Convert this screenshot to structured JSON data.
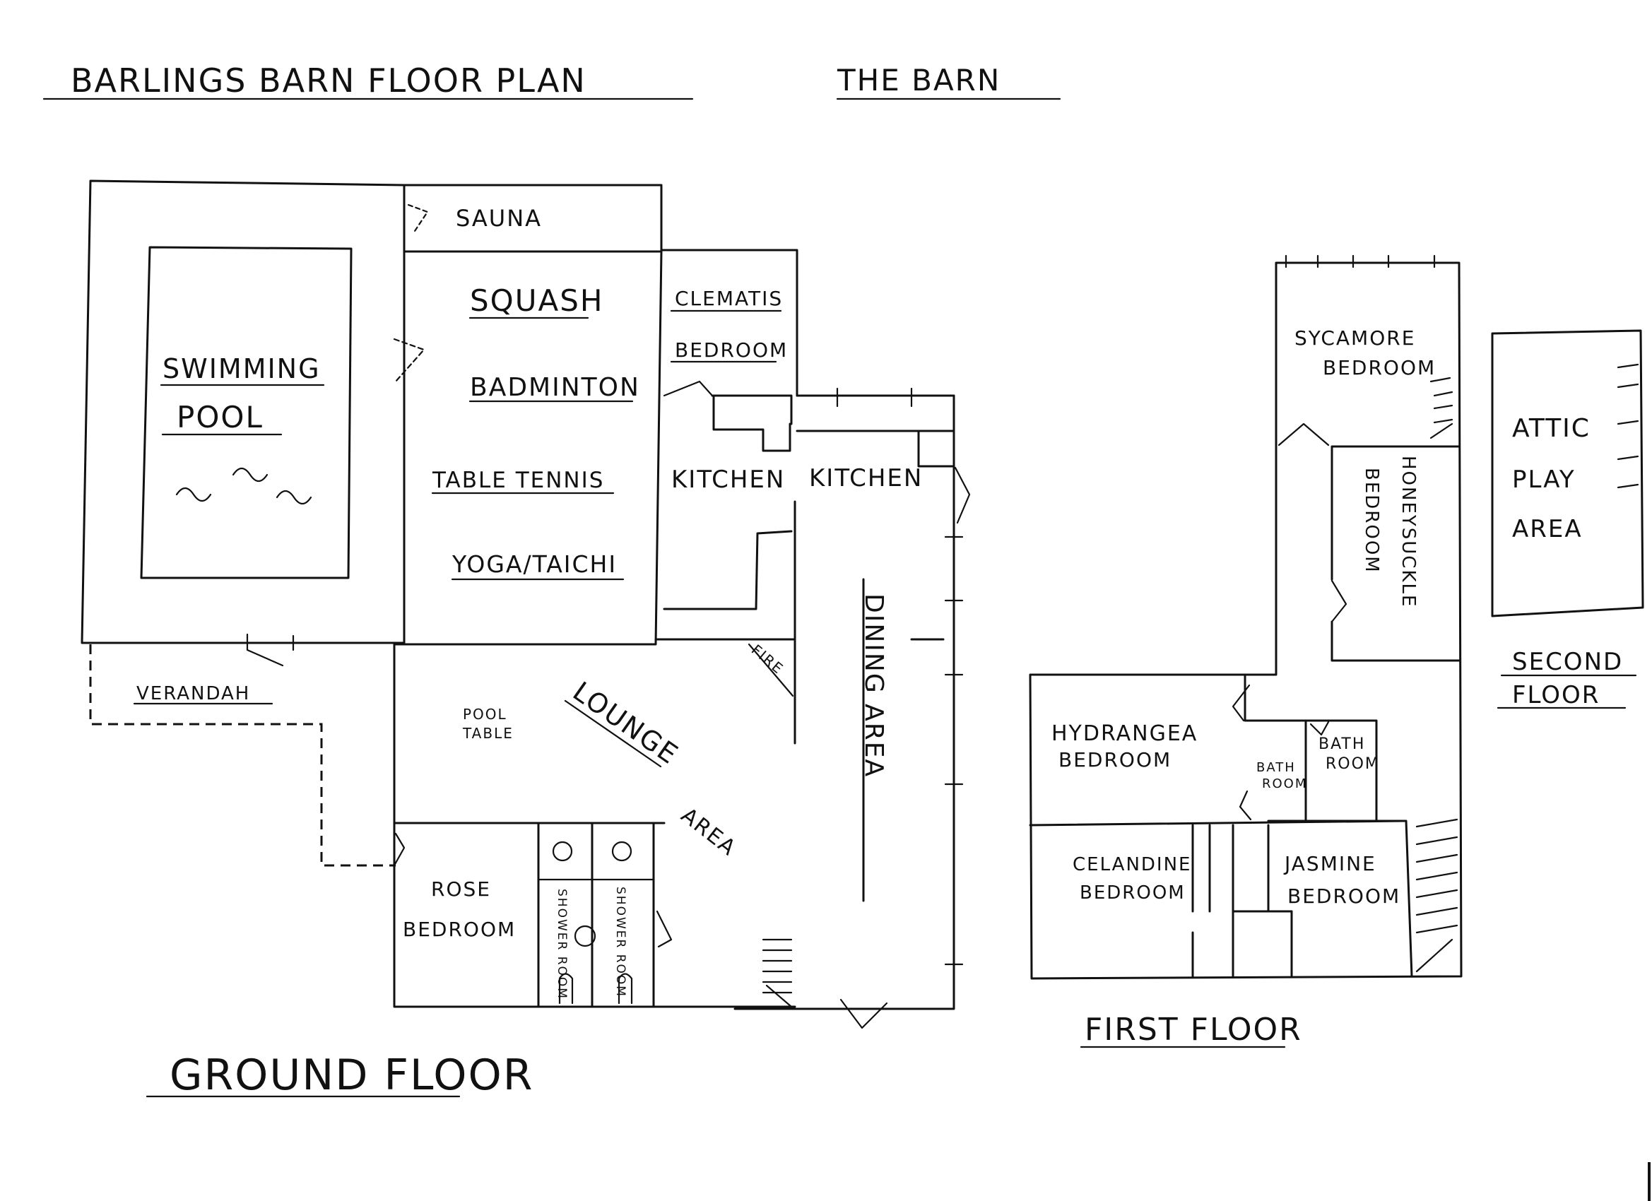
{
  "header": {
    "title": "BARLINGS BARN FLOOR PLAN",
    "subtitle": "THE BARN"
  },
  "ground_floor": {
    "label": "GROUND FLOOR",
    "rooms": {
      "sauna": "SAUNA",
      "swimming": "SWIMMING",
      "pool": "POOL",
      "squash": "SQUASH",
      "badminton": "BADMINTON",
      "table_tennis": "TABLE TENNIS",
      "yoga": "YOGA/TAICHI",
      "clematis": "CLEMATIS",
      "clematis_bedroom": "BEDROOM",
      "kitchen_1": "KITCHEN",
      "kitchen_2": "KITCHEN",
      "fire": "FIRE",
      "verandah": "VERANDAH",
      "pool_table_1": "POOL",
      "pool_table_2": "TABLE",
      "lounge": "LOUNGE",
      "area": "AREA",
      "dining_area": "DINING AREA",
      "rose": "ROSE",
      "rose_bedroom": "BEDROOM",
      "shower_room_1": "SHOWER ROOM",
      "shower_room_2": "SHOWER ROOM"
    }
  },
  "first_floor": {
    "label": "FIRST FLOOR",
    "rooms": {
      "sycamore": "SYCAMORE",
      "sycamore_bedroom": "BEDROOM",
      "honeysuckle": "HONEYSUCKLE",
      "honeysuckle_bedroom": "BEDROOM",
      "hydrangea": "HYDRANGEA",
      "hydrangea_bedroom": "BEDROOM",
      "bath_room_small_1": "BATH",
      "bath_room_small_2": "ROOM",
      "bath_room_1": "BATH",
      "bath_room_2": "ROOM",
      "celandine": "CELANDINE",
      "celandine_bedroom": "BEDROOM",
      "jasmine": "JASMINE",
      "jasmine_bedroom": "BEDROOM"
    }
  },
  "second_floor": {
    "label_1": "SECOND",
    "label_2": "FLOOR",
    "rooms": {
      "attic": "ATTIC",
      "play": "PLAY",
      "area": "AREA"
    }
  }
}
